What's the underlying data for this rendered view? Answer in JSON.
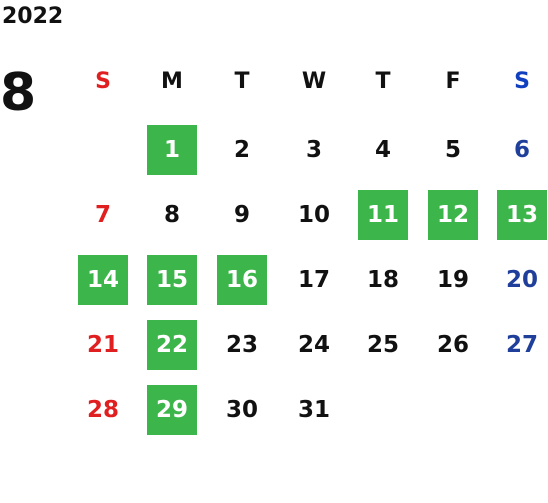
{
  "calendar": {
    "year": "2022",
    "month": "8",
    "weekdays": [
      "S",
      "M",
      "T",
      "W",
      "T",
      "F",
      "S"
    ],
    "days": [
      "",
      "1",
      "2",
      "3",
      "4",
      "5",
      "6",
      "7",
      "8",
      "9",
      "10",
      "11",
      "12",
      "13",
      "14",
      "15",
      "16",
      "17",
      "18",
      "19",
      "20",
      "21",
      "22",
      "23",
      "24",
      "25",
      "26",
      "27",
      "28",
      "29",
      "30",
      "31",
      "",
      "",
      ""
    ],
    "highlighted_days": [
      "1",
      "11",
      "12",
      "13",
      "14",
      "15",
      "16",
      "22",
      "29"
    ]
  },
  "colors": {
    "text": "#111111",
    "sunday": "#e02020",
    "saturday": "#1040c0",
    "saturday_days": "#1f3f9a",
    "highlight": "#3cb54a",
    "highlight_text": "#ffffff"
  }
}
